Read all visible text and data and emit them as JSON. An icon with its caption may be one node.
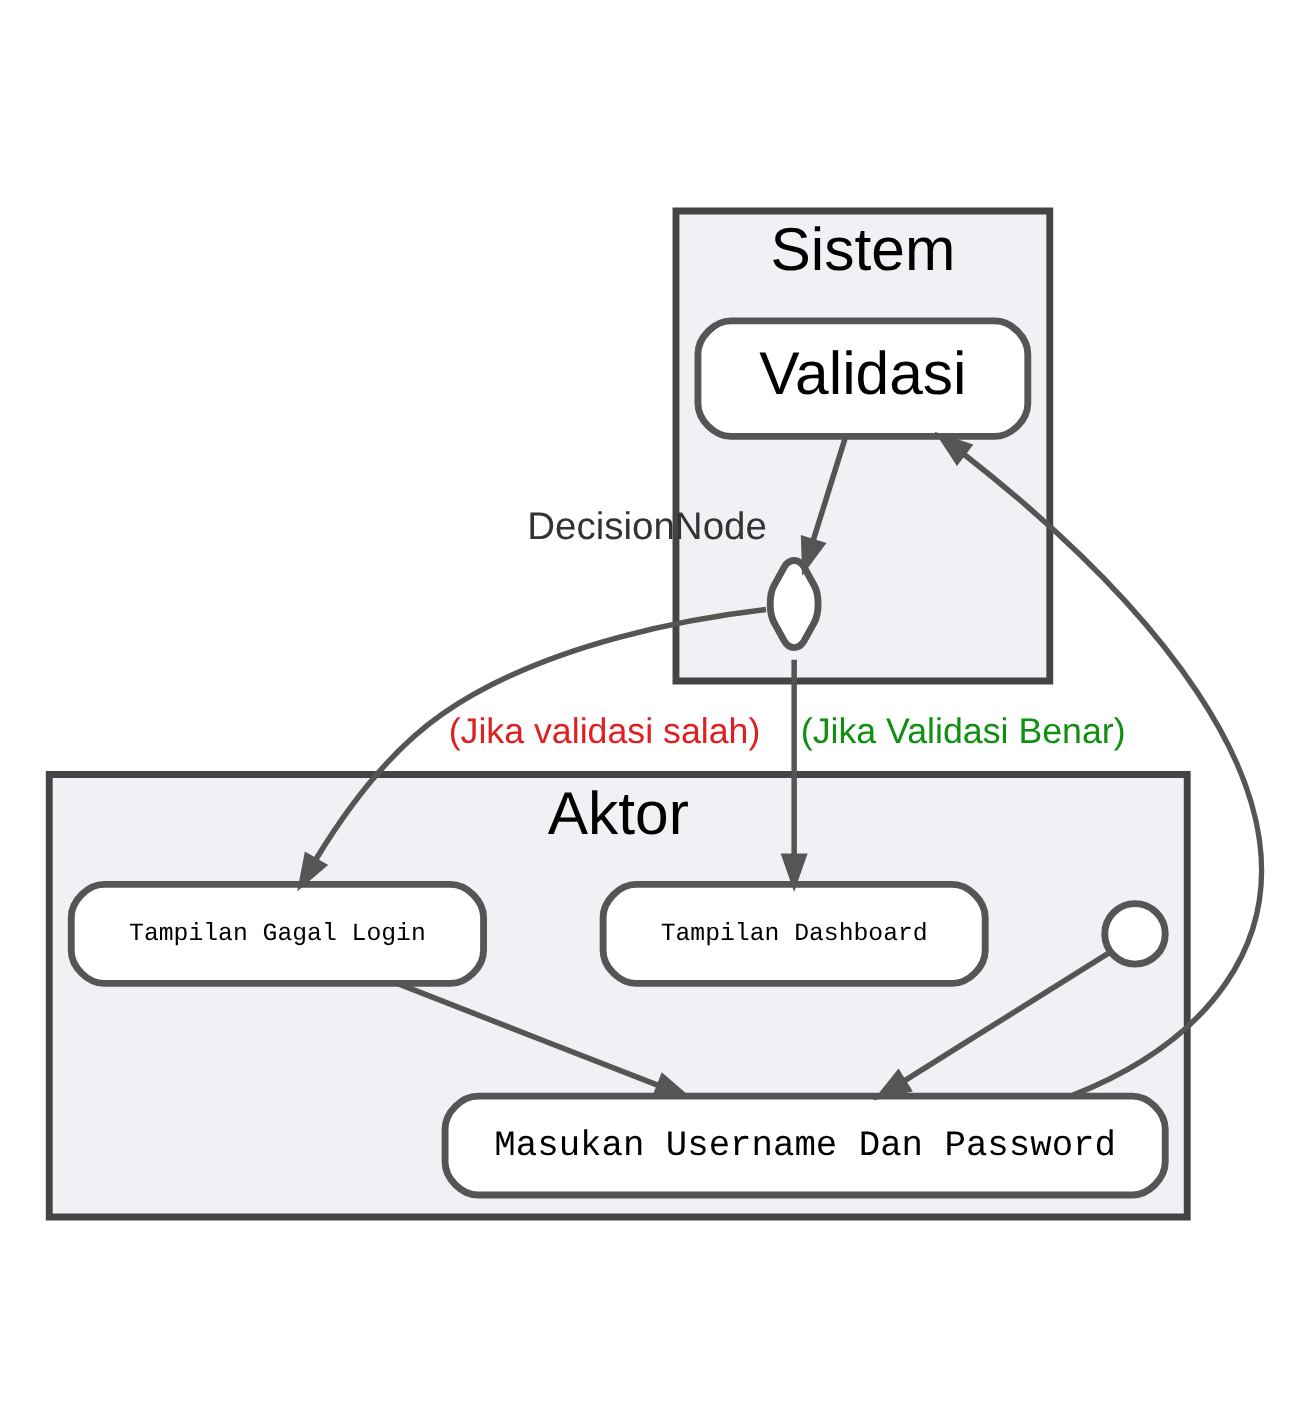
{
  "diagram": {
    "nodes": [
      {
        "text": [
          "Aktor"
        ]
      },
      {
        "text": [
          "Sistem"
        ]
      },
      {
        "text": [],
        "shape": "circle",
        "in": 0
      },
      {
        "text": [
          "Masukan Username Dan Password"
        ],
        "in": 0
      },
      {
        "text": [
          "Validasi"
        ],
        "in": 1
      },
      {
        "text": [],
        "shape": "diamond",
        "in": 1,
        "beside": [
          "DecisionNode"
        ]
      },
      {
        "text": [
          "Tampilan Gagal Login"
        ],
        "in": 0
      },
      {
        "text": [
          "Tampilan Dashboard"
        ],
        "in": 0
      }
    ],
    "edges": [
      {
        "from": 2,
        "to": 3,
        "arrow": "to"
      },
      {
        "from": 3,
        "to": 4,
        "arrow": "to"
      },
      {
        "from": 4,
        "to": 5,
        "arrow": "to"
      },
      {
        "from": 5,
        "to": 6,
        "arrow": "to",
        "label": "(Jika validasi salah)"
      },
      {
        "from": 6,
        "to": 3,
        "arrow": "to"
      },
      {
        "from": 5,
        "to": 7,
        "arrow": "to",
        "label": "(Jika Validasi Benar)"
      }
    ]
  }
}
